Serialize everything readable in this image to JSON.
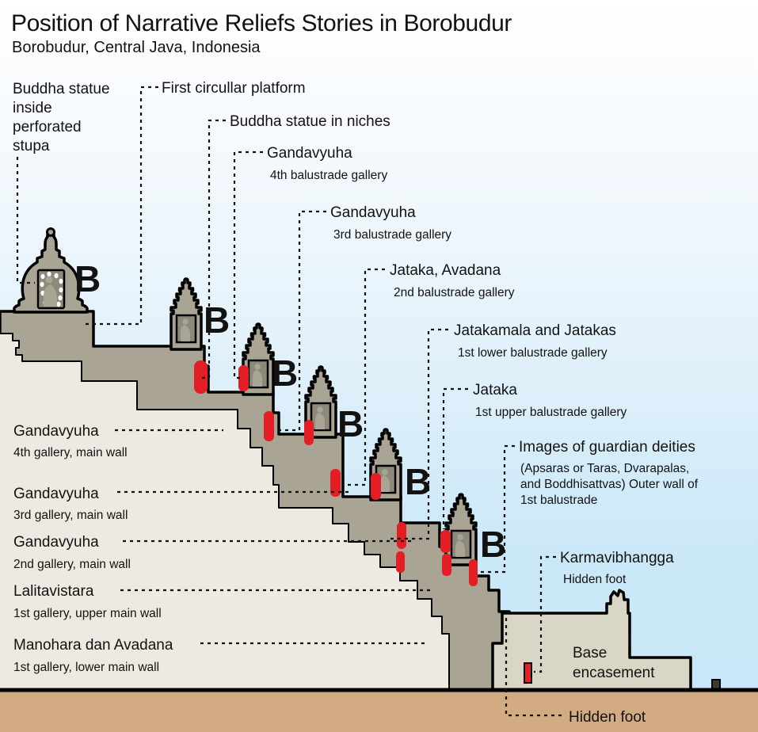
{
  "title": "Position of Narrative Reliefs Stories in Borobudur",
  "subtitle": "Borobudur, Central Java, Indonesia",
  "buddha_marker_letter": "B",
  "colors": {
    "sky_bottom": "#cbe8f8",
    "structure_wall": "#a9a493",
    "interior_fill": "#eceae1",
    "base_encasement_fill": "#d9d6c5",
    "ground": "#d2ab83",
    "relief_marker": "#e41e25",
    "niche_fill": "#8d8a7b",
    "buddha_letter": "#3949c5"
  },
  "callouts": {
    "perforated_stupa": {
      "lines": [
        "Buddha statue",
        "inside",
        "perforated",
        "stupa"
      ]
    },
    "first_platform": {
      "title": "First circullar platform"
    },
    "niches": {
      "title": "Buddha statue in niches"
    },
    "balustrade4": {
      "title": "Gandavyuha",
      "sub": "4th balustrade gallery"
    },
    "balustrade3": {
      "title": "Gandavyuha",
      "sub": "3rd balustrade gallery"
    },
    "balustrade2": {
      "title": "Jataka, Avadana",
      "sub": "2nd balustrade gallery"
    },
    "balustrade1_lower": {
      "title": "Jatakamala and Jatakas",
      "sub": "1st lower balustrade gallery"
    },
    "balustrade1_upper": {
      "title": "Jataka",
      "sub": "1st upper balustrade gallery"
    },
    "guardians": {
      "title": "Images of guardian deities",
      "sub_lines": [
        "(Apsaras or Taras, Dvarapalas,",
        "and Boddhisattvas) Outer wall of",
        "1st balustrade"
      ]
    },
    "karmavibhangga": {
      "title": "Karmavibhangga",
      "sub": "Hidden foot"
    },
    "gallery4": {
      "title": "Gandavyuha",
      "sub": "4th gallery, main wall"
    },
    "gallery3": {
      "title": "Gandavyuha",
      "sub": "3rd gallery, main wall"
    },
    "gallery2": {
      "title": "Gandavyuha",
      "sub": "2nd gallery, main wall"
    },
    "gallery1_upper": {
      "title": "Lalitavistara",
      "sub": "1st gallery, upper main wall"
    },
    "gallery1_lower": {
      "title": "Manohara dan Avadana",
      "sub": "1st gallery, lower main wall"
    },
    "base_encasement": {
      "lines": [
        "Base",
        "encasement"
      ]
    },
    "hidden_foot_bottom": {
      "title": "Hidden foot"
    }
  }
}
